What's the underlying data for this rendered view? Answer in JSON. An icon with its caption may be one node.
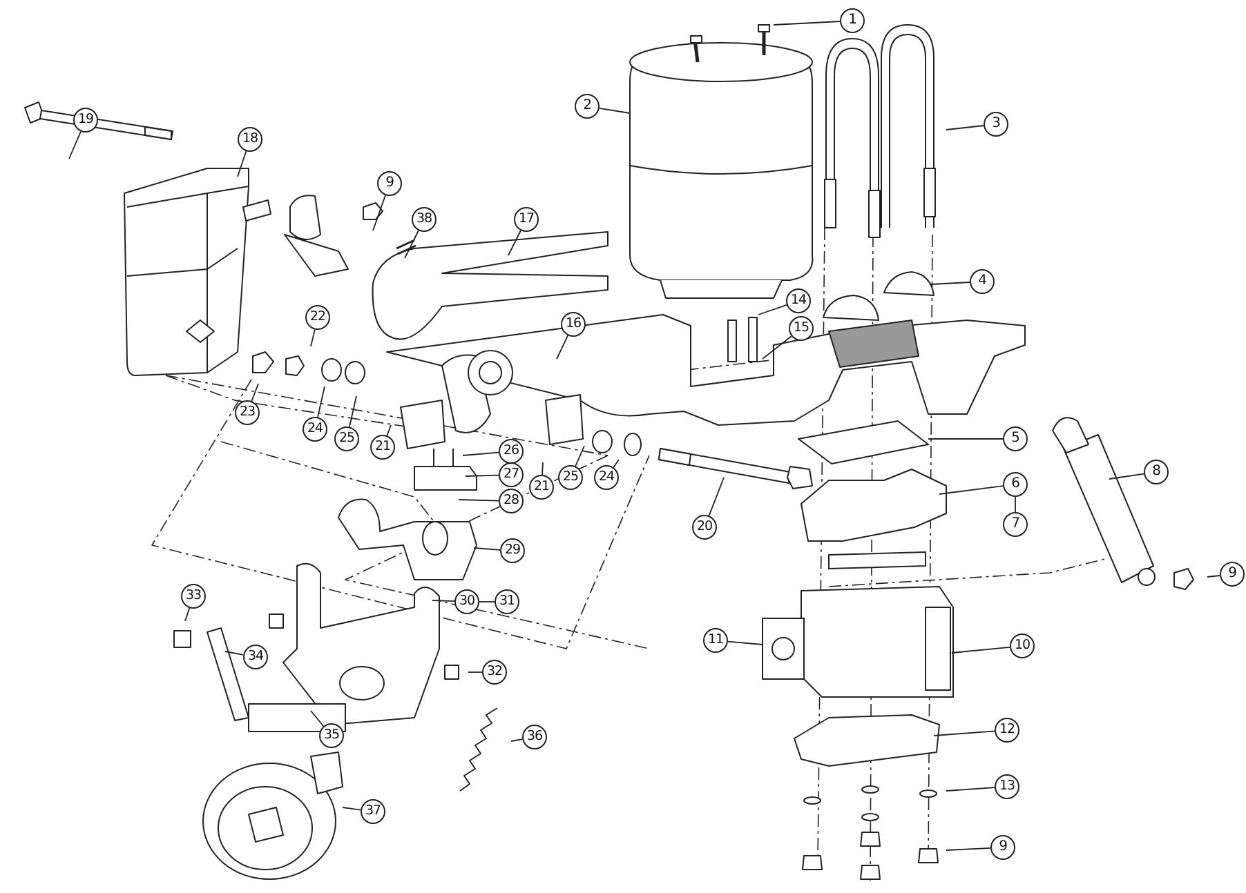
{
  "diagram": {
    "nodes": [
      {
        "text": [
          "1"
        ]
      },
      {
        "text": [
          "2"
        ]
      },
      {
        "text": [
          "3"
        ]
      },
      {
        "text": [
          "4"
        ]
      },
      {
        "text": [
          "5"
        ]
      },
      {
        "text": [
          "6"
        ]
      },
      {
        "text": [
          "7"
        ]
      },
      {
        "text": [
          "8"
        ]
      },
      {
        "text": [
          "9"
        ]
      },
      {
        "text": [
          "10"
        ]
      },
      {
        "text": [
          "11"
        ]
      },
      {
        "text": [
          "12"
        ]
      },
      {
        "text": [
          "13"
        ]
      },
      {
        "text": [
          "9"
        ]
      },
      {
        "text": [
          "14"
        ]
      },
      {
        "text": [
          "15"
        ]
      },
      {
        "text": [
          "16"
        ]
      },
      {
        "text": [
          "17"
        ]
      },
      {
        "text": [
          "18"
        ]
      },
      {
        "text": [
          "19"
        ]
      },
      {
        "text": [
          "9"
        ]
      },
      {
        "text": [
          "20"
        ]
      },
      {
        "text": [
          "21"
        ]
      },
      {
        "text": [
          "21"
        ]
      },
      {
        "text": [
          "22"
        ]
      },
      {
        "text": [
          "23"
        ]
      },
      {
        "text": [
          "24"
        ]
      },
      {
        "text": [
          "24"
        ]
      },
      {
        "text": [
          "25"
        ]
      },
      {
        "text": [
          "25"
        ]
      },
      {
        "text": [
          "26"
        ]
      },
      {
        "text": [
          "27"
        ]
      },
      {
        "text": [
          "28"
        ]
      },
      {
        "text": [
          "29"
        ]
      },
      {
        "text": [
          "30"
        ]
      },
      {
        "text": [
          "31"
        ]
      },
      {
        "text": [
          "32"
        ]
      },
      {
        "text": [
          "33"
        ]
      },
      {
        "text": [
          "34"
        ]
      },
      {
        "text": [
          "35"
        ]
      },
      {
        "text": [
          "36"
        ]
      },
      {
        "text": [
          "37"
        ]
      },
      {
        "text": [
          "38"
        ]
      }
    ],
    "edges": [
      {
        "from": 0,
        "to": null,
        "arrow": "none"
      },
      {
        "from": 1,
        "to": null,
        "arrow": "none"
      },
      {
        "from": 2,
        "to": null,
        "arrow": "none"
      },
      {
        "from": 3,
        "to": null,
        "arrow": "none"
      },
      {
        "from": 4,
        "to": null,
        "arrow": "none"
      },
      {
        "from": 5,
        "to": null,
        "arrow": "none"
      },
      {
        "from": 6,
        "to": 5,
        "arrow": "none"
      },
      {
        "from": 7,
        "to": null,
        "arrow": "none"
      },
      {
        "from": 8,
        "to": null,
        "arrow": "none"
      },
      {
        "from": 9,
        "to": null,
        "arrow": "none"
      },
      {
        "from": 10,
        "to": null,
        "arrow": "none"
      },
      {
        "from": 11,
        "to": null,
        "arrow": "none"
      },
      {
        "from": 12,
        "to": null,
        "arrow": "none"
      },
      {
        "from": 13,
        "to": null,
        "arrow": "none"
      },
      {
        "from": 14,
        "to": null,
        "arrow": "none"
      },
      {
        "from": 15,
        "to": null,
        "arrow": "none"
      },
      {
        "from": 16,
        "to": null,
        "arrow": "none"
      },
      {
        "from": 17,
        "to": null,
        "arrow": "none"
      },
      {
        "from": 18,
        "to": null,
        "arrow": "none"
      },
      {
        "from": 19,
        "to": null,
        "arrow": "none"
      },
      {
        "from": 20,
        "to": null,
        "arrow": "none"
      },
      {
        "from": 21,
        "to": null,
        "arrow": "none"
      },
      {
        "from": 22,
        "to": null,
        "arrow": "none"
      },
      {
        "from": 23,
        "to": null,
        "arrow": "none"
      },
      {
        "from": 24,
        "to": null,
        "arrow": "none"
      },
      {
        "from": 25,
        "to": null,
        "arrow": "none"
      },
      {
        "from": 26,
        "to": null,
        "arrow": "none"
      },
      {
        "from": 27,
        "to": null,
        "arrow": "none"
      },
      {
        "from": 28,
        "to": null,
        "arrow": "none"
      },
      {
        "from": 29,
        "to": null,
        "arrow": "none"
      },
      {
        "from": 30,
        "to": null,
        "arrow": "none"
      },
      {
        "from": 31,
        "to": null,
        "arrow": "none"
      },
      {
        "from": 32,
        "to": null,
        "arrow": "none"
      },
      {
        "from": 33,
        "to": null,
        "arrow": "none"
      },
      {
        "from": 34,
        "to": null,
        "arrow": "none"
      },
      {
        "from": 35,
        "to": 34,
        "arrow": "none"
      },
      {
        "from": 36,
        "to": null,
        "arrow": "none"
      },
      {
        "from": 37,
        "to": null,
        "arrow": "none"
      },
      {
        "from": 38,
        "to": null,
        "arrow": "none"
      },
      {
        "from": 39,
        "to": null,
        "arrow": "none"
      },
      {
        "from": 40,
        "to": null,
        "arrow": "none"
      },
      {
        "from": 41,
        "to": null,
        "arrow": "none"
      },
      {
        "from": 42,
        "to": null,
        "arrow": "none"
      }
    ]
  }
}
